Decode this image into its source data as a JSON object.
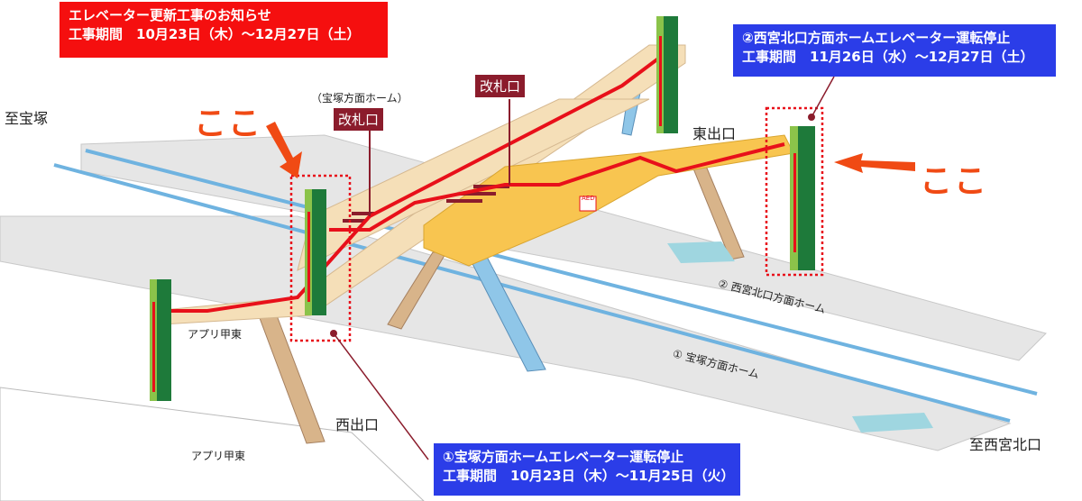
{
  "notices": {
    "main": {
      "title": "エレベーター更新工事のお知らせ",
      "period": "工事期間　10月23日（木）～12月27日（土）"
    },
    "elevator2": {
      "title": "②西宮北口方面ホームエレベーター運転停止",
      "period": "工事期間　11月26日（水）～12月27日（土）"
    },
    "elevator1": {
      "title": "①宝塚方面ホームエレベーター運転停止",
      "period": "工事期間　10月23日（木）～11月25日（火）"
    }
  },
  "labels": {
    "to_takarazuka": "至宝塚",
    "to_nishinomiya": "至西宮北口",
    "here_left": "ここ",
    "here_right": "ここ",
    "takarazuka_platform_note": "（宝塚方面ホーム）",
    "gate_left": "改札口",
    "gate_center": "改札口",
    "east_exit": "東出口",
    "west_exit": "西出口",
    "appli_koto_1": "アプリ甲東",
    "appli_koto_2": "アプリ甲東",
    "platform2": "② 西宮北口方面ホーム",
    "platform1": "① 宝塚方面ホーム",
    "aed": "AED"
  },
  "colors": {
    "notice_red": "#f50f0f",
    "notice_blue": "#2b3de8",
    "route": "#e8101a",
    "track": "#6fb3e0",
    "gate": "#8b1c2c",
    "concourse": "#f8c550",
    "elevator": "#1e7a3a"
  }
}
